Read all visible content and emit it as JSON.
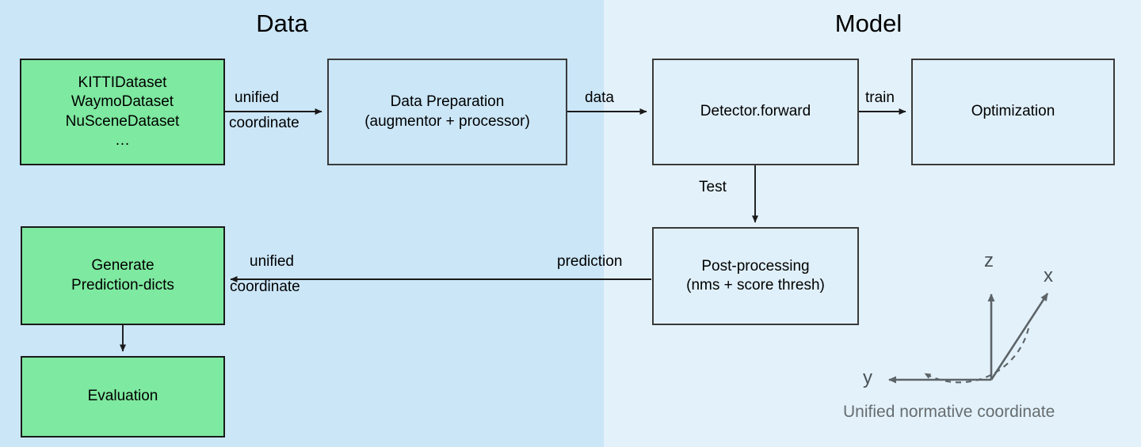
{
  "sections": {
    "data": {
      "title": "Data",
      "bg_color": "#cbe6f7"
    },
    "model": {
      "title": "Model",
      "bg_color": "#e3f1fa"
    }
  },
  "nodes": {
    "datasets": {
      "label": "KITTIDataset\nWaymoDataset\nNuSceneDataset\n…",
      "fill": "#7ee9a0"
    },
    "data_preparation": {
      "label": "Data Preparation\n(augmentor + processor)",
      "fill": "#cbe6f7"
    },
    "detector_forward": {
      "label": "Detector.forward",
      "fill": "#e0f0fa"
    },
    "optimization": {
      "label": "Optimization",
      "fill": "#e0f0fa"
    },
    "post_processing": {
      "label": "Post-processing\n(nms + score thresh)",
      "fill": "#e0f0fa"
    },
    "generate_prediction_dicts": {
      "label": "Generate\nPrediction-dicts",
      "fill": "#7ee9a0"
    },
    "evaluation": {
      "label": "Evaluation",
      "fill": "#7ee9a0"
    }
  },
  "edges": {
    "unified_1": "unified",
    "coordinate_1": "coordinate",
    "data": "data",
    "train": "train",
    "test": "Test",
    "prediction": "prediction",
    "unified_2": "unified",
    "coordinate_2": "coordinate"
  },
  "coordinate_widget": {
    "axis_z": "z",
    "axis_x": "x",
    "axis_y": "y",
    "caption": "Unified normative coordinate",
    "stroke_color": "#5c6468"
  }
}
